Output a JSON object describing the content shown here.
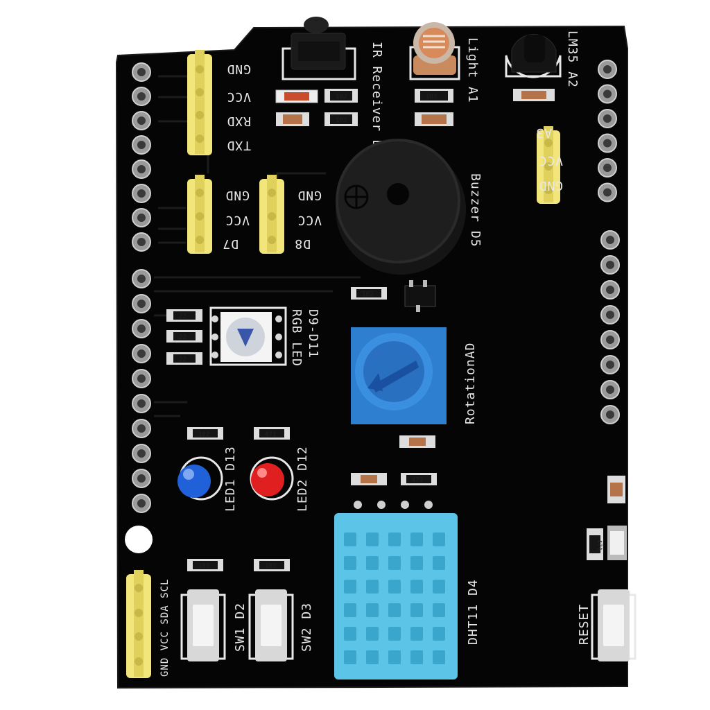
{
  "board": {
    "colors": {
      "pcb": "#050505",
      "silk": "#e8e8e8",
      "pin_header": "#f2e57a",
      "dht": "#5cc4e6",
      "pot": "#2f7fd0",
      "led_blue": "#2060d8",
      "led_red": "#e02020"
    },
    "ir": {
      "label": "IR Receiver D6"
    },
    "light": {
      "label": "Light A1"
    },
    "lm35": {
      "label": "LM35 A2"
    },
    "buzzer": {
      "label": "Buzzer D5"
    },
    "rgb": {
      "label": "RGB LED",
      "pins": "D9-D11",
      "resistors": [
        "22",
        "22",
        "22"
      ]
    },
    "pot": {
      "label": "RotationAD"
    },
    "led1": {
      "label": "LED1 D13",
      "resistor": "102"
    },
    "led2": {
      "label": "LED2 D12",
      "resistor": "471"
    },
    "dht": {
      "label": "DHT11 D4",
      "resistors": [
        "",
        "472"
      ]
    },
    "sw1": {
      "label": "SW1 D2",
      "resistor": "103"
    },
    "sw2": {
      "label": "SW2 D3",
      "resistor": "103"
    },
    "reset": {
      "label": "RESET"
    },
    "uart_header": {
      "pins": [
        "GND",
        "VCC",
        "RXD",
        "TXD"
      ]
    },
    "d7_header": {
      "pins": [
        "GND",
        "VCC",
        "D7"
      ]
    },
    "d8_header": {
      "pins": [
        "GND",
        "VCC",
        "D8"
      ]
    },
    "a3_header": {
      "pins": [
        "A3",
        "VCC",
        "GND"
      ]
    },
    "i2c_header": {
      "label": "GND VCC SDA SCL"
    },
    "smd": {
      "ir_r": "102",
      "ir_c": "103",
      "light_r": "103",
      "buzzer_r": "102",
      "reset_r": "471"
    }
  }
}
